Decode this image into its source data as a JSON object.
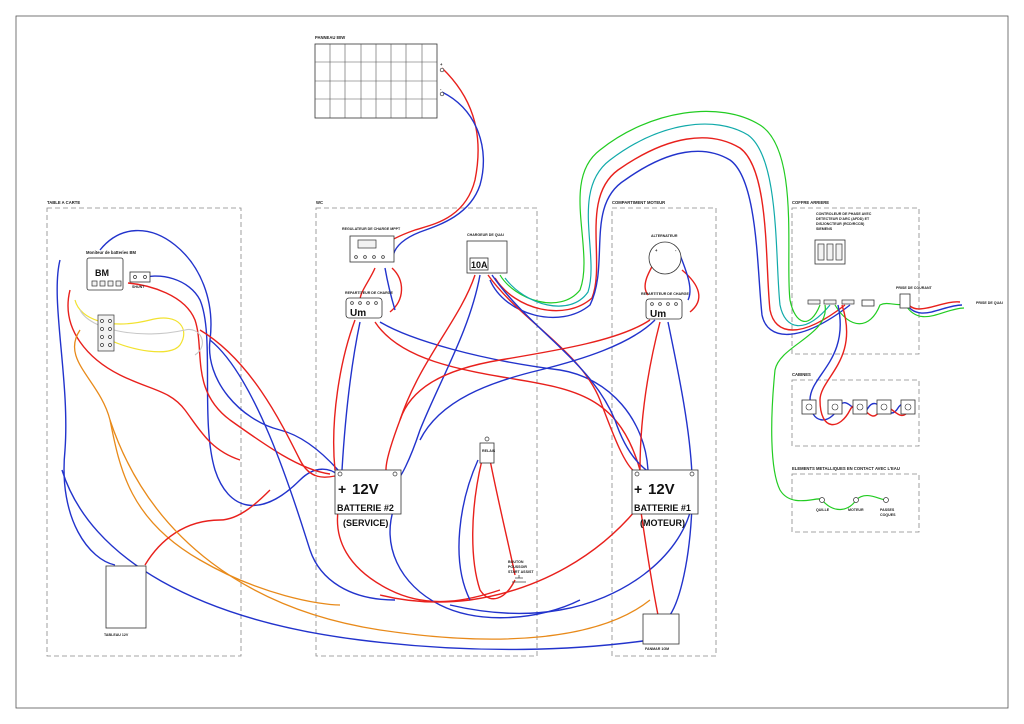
{
  "zones": {
    "table_carte": "TABLE A CARTE",
    "wc": "WC",
    "compartiment_moteur": "COMPARTIMENT MOTEUR",
    "coffre_arriere": "COFFRE ARRIERE",
    "cabines": "CABINES",
    "elements": "ELEMENTS METALLIQUES EN CONTACT AVEC L'EAU"
  },
  "components": {
    "panneau": "PANNEAU 80W",
    "panel_plus": "+",
    "panel_minus": "-",
    "bm_title": "Moniteur de batteries BM",
    "bm": "BM",
    "shunt": "SHUNT",
    "tableau": "TABLEAU 12V",
    "regulateur": "REGULATEUR DE CHARGE MPPT",
    "repartiteur_wc": "REPARTITEUR DE CHARGE",
    "repartiteur_moteur": "REPARTITEUR DE CHARGE",
    "um_wc": "Um",
    "um_moteur": "Um",
    "chargeur": "CHARGEUR DE QUAI",
    "chargeur_value": "10A",
    "alternateur": "ALTERNATEUR",
    "alt_plus": "+",
    "alt_minus": "-",
    "batt2_plus": "+",
    "batt2_volt": "12V",
    "batt2_name": "BATTERIE #2",
    "batt2_role": "(SERVICE)",
    "batt1_plus": "+",
    "batt1_volt": "12V",
    "batt1_name": "BATTERIE #1",
    "batt1_role": "(MOTEUR)",
    "relais": "RELAIS",
    "bouton_line1": "BOUTON",
    "bouton_line2": "POUSSOIR",
    "bouton_line3": "START ASSIST",
    "fanmar": "FANMAR 1GM",
    "controleur_line1": "CONTROLEUR DE PHASE AVEC",
    "controleur_line2": "DETECTEUR D'ARC (AFDD) ET",
    "controleur_line3": "DISJONCTEUR (RCD/RCCB)",
    "controleur_line4": "SIEMENS",
    "prise_interne": "PRISE DE COURANT",
    "prise_externe": "PRISE DE QUAI",
    "quille": "QUILLE",
    "moteur": "MOTEUR",
    "passes_line1": "PASSES",
    "passes_line2": "COQUES"
  },
  "colors": {
    "positive": "#e8201c",
    "negative": "#2233cc",
    "earth": "#22cc22",
    "signal_orange": "#e88a1a",
    "signal_yellow": "#f2e230"
  }
}
